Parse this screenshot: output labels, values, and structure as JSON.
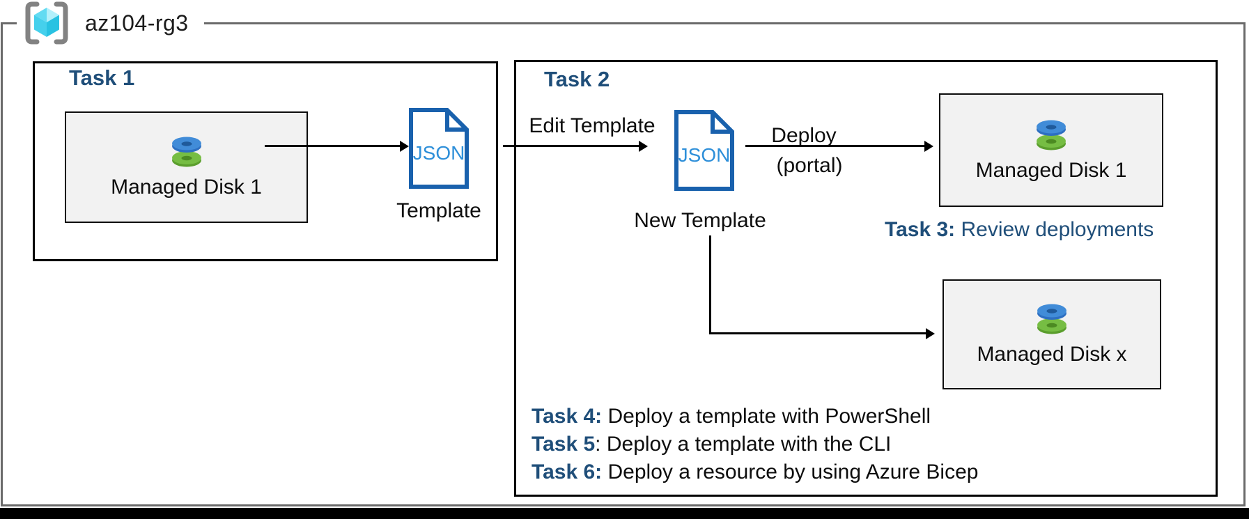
{
  "resource_group": {
    "label": "az104-rg3"
  },
  "task1": {
    "title": "Task 1",
    "disk_label": "Managed Disk 1",
    "json_label": "JSON",
    "json_caption": "Template"
  },
  "task2": {
    "title": "Task 2",
    "edit_arrow_label": "Edit Template",
    "json_label": "JSON",
    "json_caption": "New Template",
    "deploy_label": "Deploy",
    "deploy_sublabel": "(portal)",
    "disk1_label": "Managed Disk 1",
    "diskx_label": "Managed Disk x",
    "task3": {
      "prefix": "Task 3:",
      "text": " Review deployments"
    },
    "task_list": [
      {
        "prefix": "Task 4:",
        "text": " Deploy a template with PowerShell"
      },
      {
        "prefix": "Task 5",
        "text": ": Deploy a template with the CLI"
      },
      {
        "prefix": "Task 6:",
        "text": " Deploy a resource by using Azure Bicep"
      }
    ]
  },
  "colors": {
    "heading_navy": "#1F4E79",
    "json_outline": "#1961AD",
    "json_text": "#2E8FD9",
    "disk_blue": "#418CD8",
    "disk_blue_dark": "#2D6FC1",
    "disk_green": "#76BD43",
    "disk_green_dark": "#5B9E2D",
    "box_fill": "#F2F2F2",
    "outer_border_gray": "#6A6A6A",
    "cube_cyan": "#45D0EC"
  }
}
